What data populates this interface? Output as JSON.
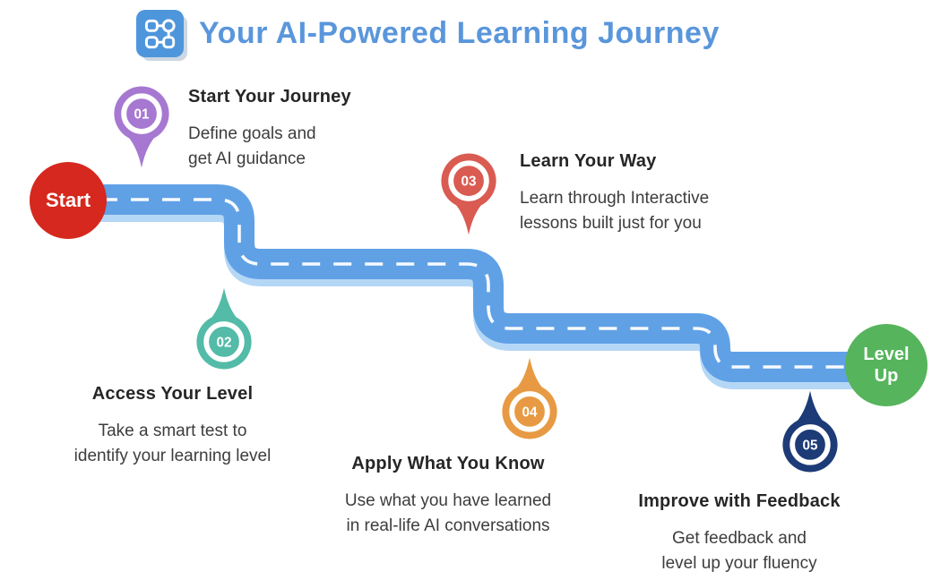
{
  "header": {
    "title": "Your AI-Powered Learning Journey",
    "title_color": "#5A96DB",
    "icon": "workflow-blocks-icon",
    "icon_bg": "#4E96DB"
  },
  "road": {
    "color": "#60A1E6",
    "shadow_color": "#B5D7F6",
    "dash_color": "#FFFFFF",
    "start": {
      "label": "Start",
      "color": "#D6281E"
    },
    "finish": {
      "label_line1": "Level",
      "label_line2": "Up",
      "color": "#56B45C"
    }
  },
  "steps": [
    {
      "number": "01",
      "title": "Start Your Journey",
      "line1": "Define goals and",
      "line2": "get AI guidance",
      "color": "#A678D2",
      "pin_tail": "down"
    },
    {
      "number": "02",
      "title": "Access Your Level",
      "line1": "Take a smart test to",
      "line2": "identify your learning level",
      "color": "#53BBA7",
      "pin_tail": "up"
    },
    {
      "number": "03",
      "title": "Learn Your Way",
      "line1": "Learn through Interactive",
      "line2": "lessons built just for you",
      "color": "#D95B52",
      "pin_tail": "down"
    },
    {
      "number": "04",
      "title": "Apply What You Know",
      "line1": "Use what you have learned",
      "line2": "in real-life AI conversations",
      "color": "#E79A43",
      "pin_tail": "up"
    },
    {
      "number": "05",
      "title": "Improve with Feedback",
      "line1": "Get feedback and",
      "line2": "level up your fluency",
      "color": "#1C3B77",
      "pin_tail": "up"
    }
  ]
}
